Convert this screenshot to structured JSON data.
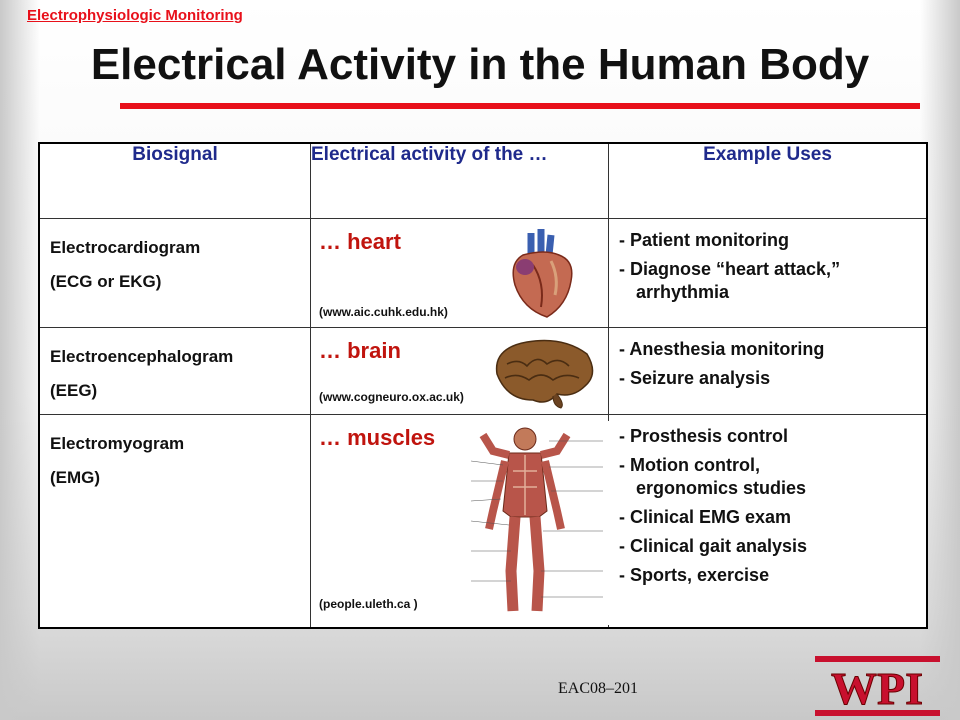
{
  "header": {
    "topic_link": "Electrophysiologic Monitoring",
    "title": "Electrical Activity in the Human Body"
  },
  "table": {
    "headers": [
      "Biosignal",
      "Electrical activity of the …",
      "Example Uses"
    ],
    "rows": [
      {
        "biosignal": [
          "Electrocardiogram",
          "(ECG or EKG)"
        ],
        "organ": "… heart",
        "source": "(www.aic.cuhk.edu.hk)",
        "uses": [
          {
            "text": "- Patient monitoring",
            "cont": ""
          },
          {
            "text": "- Diagnose “heart attack,”",
            "cont": "arrhythmia"
          }
        ]
      },
      {
        "biosignal": [
          "Electroencephalogram",
          "(EEG)"
        ],
        "organ": "… brain",
        "source": "(www.cogneuro.ox.ac.uk)",
        "uses": [
          {
            "text": "- Anesthesia monitoring",
            "cont": ""
          },
          {
            "text": "- Seizure analysis",
            "cont": ""
          }
        ]
      },
      {
        "biosignal": [
          "Electromyogram",
          "(EMG)"
        ],
        "organ": "… muscles",
        "source": "(people.uleth.ca )",
        "uses": [
          {
            "text": "- Prosthesis control",
            "cont": ""
          },
          {
            "text": "- Motion control,",
            "cont": "ergonomics studies"
          },
          {
            "text": "- Clinical EMG exam",
            "cont": ""
          },
          {
            "text": "- Clinical gait analysis",
            "cont": ""
          },
          {
            "text": "- Sports, exercise",
            "cont": ""
          }
        ]
      }
    ]
  },
  "footer": {
    "slide_code": "EAC08–201",
    "logo_text": "WPI"
  },
  "colors": {
    "accent_red": "#e8101a",
    "header_blue": "#1f2a8c",
    "organ_red": "#c0140e"
  }
}
